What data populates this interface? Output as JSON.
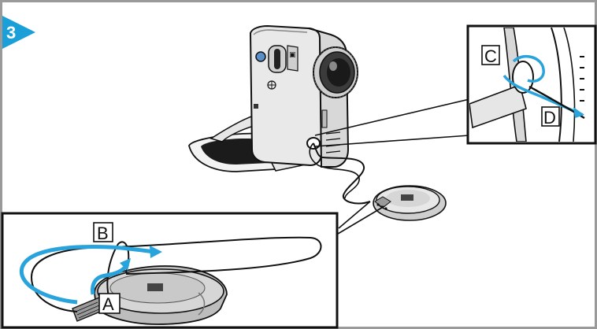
{
  "step": {
    "number": "3"
  },
  "callouts": {
    "a": "A",
    "b": "B",
    "c": "C",
    "d": "D"
  },
  "colors": {
    "frame": "#9a9a9a",
    "step_badge": "#1a9fd8",
    "arrow": "#29a3dc",
    "line": "#111111",
    "camera_body": "#e9e9e9",
    "lens_cap": "#d9d9d9"
  },
  "icons": {
    "step_badge": "step-arrow-badge",
    "camera": "camcorder-illustration",
    "lens_cap": "lens-cap-illustration",
    "strap": "hand-strap-illustration"
  }
}
